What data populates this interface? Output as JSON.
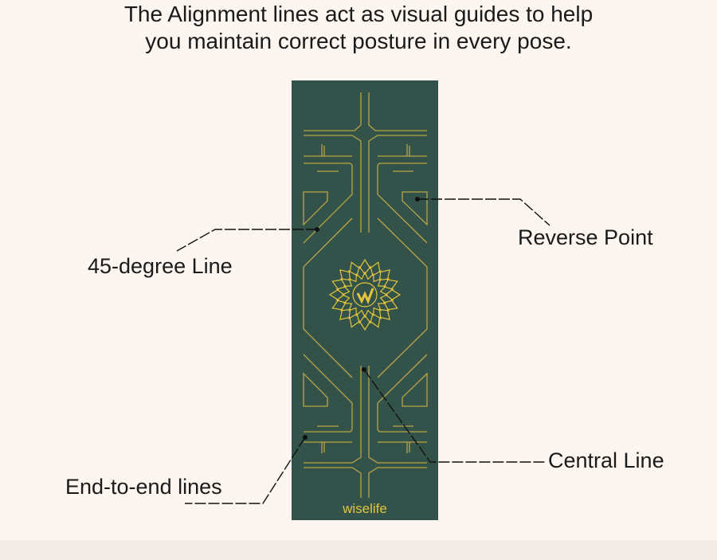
{
  "heading": {
    "line1": "The Alignment lines act as visual guides to help",
    "line2": "you maintain correct posture in every pose."
  },
  "mat": {
    "brand": "wiselife",
    "colors": {
      "mat": "#33524a",
      "lines": "#b9a548",
      "logo": "#e3c53a",
      "callout": "#111111"
    }
  },
  "callouts": {
    "forty_five": "45-degree Line",
    "reverse_point": "Reverse Point",
    "central_line": "Central Line",
    "end_to_end": "End-to-end lines"
  }
}
